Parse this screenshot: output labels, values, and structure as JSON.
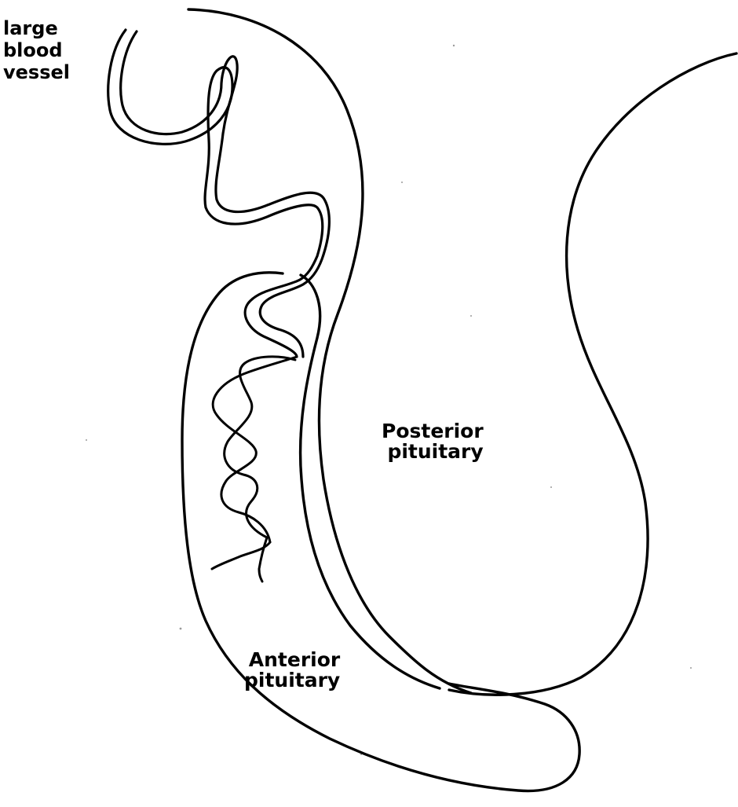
{
  "labels": {
    "large_blood_vessel": "large\nblood\nvessel",
    "posterior_pituitary": "Posterior\n  pituitary",
    "anterior_pituitary": "Anterior\n  pituitary"
  },
  "colors": {
    "line": "#000000",
    "background": "#ffffff"
  }
}
